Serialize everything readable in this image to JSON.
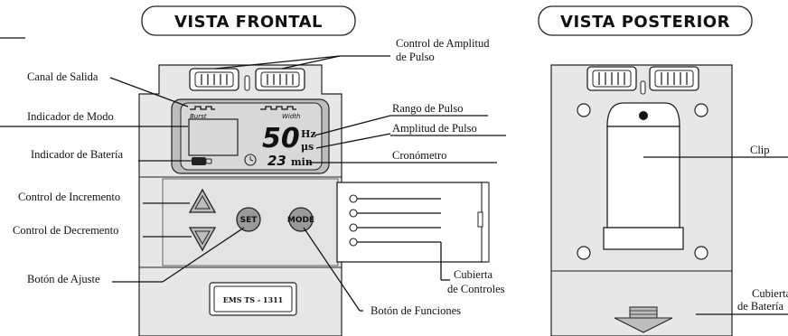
{
  "titles": {
    "front": "VISTA FRONTAL",
    "rear": "VISTA POSTERIOR"
  },
  "labels": {
    "amplitude_control_1": "Control de Amplitud",
    "amplitude_control_2": "de Pulso",
    "output_channel": "Canal de Salida",
    "mode_indicator": "Indicador de Modo",
    "battery_indicator": "Indicador de Batería",
    "increment_control": "Control de Incremento",
    "decrement_control": "Control de Decremento",
    "set_button": "Botón de Ajuste",
    "pulse_rate": "Rango de Pulso",
    "pulse_amplitude": "Amplitud de Pulso",
    "timer": "Cronómetro",
    "controls_cover_1": "Cubierta",
    "controls_cover_2": "de Controles",
    "function_button": "Botón de Funciones",
    "clip": "Clip",
    "battery_cover_1": "Cubierta",
    "battery_cover_2": "de Batería"
  },
  "lcd": {
    "burst": "Burst",
    "width": "Width",
    "value": "50",
    "unit_hz": "Hz",
    "unit_us": "μs",
    "minutes": "23",
    "min_label": "min"
  },
  "buttons": {
    "set": "SET",
    "mode": "MODE"
  },
  "model": "EMS TS - 1311"
}
